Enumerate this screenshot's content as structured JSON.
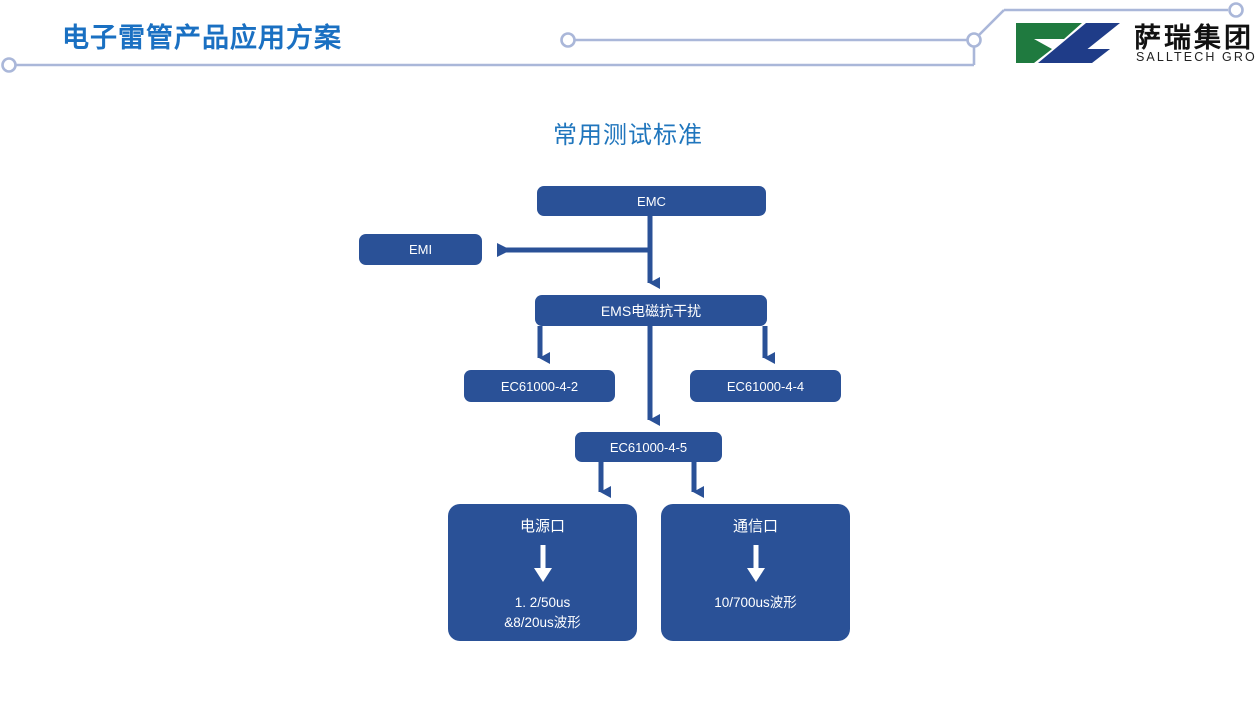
{
  "header": {
    "title": "电子雷管产品应用方案",
    "title_color": "#1a70c2",
    "trace_color": "#aab7d9"
  },
  "logo": {
    "name_cn": "萨瑞集团",
    "name_en": "SALLTECH GROUP",
    "mark_green": "#1f7a3f",
    "mark_blue": "#1f3c88"
  },
  "slide": {
    "title": "常用测试标准",
    "title_color": "#2076bd",
    "node_color": "#2a5197",
    "arrow_color": "#2a5197"
  },
  "diagram": {
    "type": "flowchart",
    "nodes": [
      {
        "id": "emc",
        "label": "EMC"
      },
      {
        "id": "emi",
        "label": "EMI"
      },
      {
        "id": "ems",
        "label": "EMS电磁抗干扰"
      },
      {
        "id": "ec442",
        "label": "EC61000-4-2"
      },
      {
        "id": "ec444",
        "label": "EC61000-4-4"
      },
      {
        "id": "ec445",
        "label": "EC61000-4-5"
      },
      {
        "id": "power",
        "label": "电源口",
        "detail": "1. 2/50us\n&8/20us波形"
      },
      {
        "id": "comm",
        "label": "通信口",
        "detail": "10/700us波形"
      }
    ],
    "edges": [
      {
        "from": "emc",
        "to": "emi"
      },
      {
        "from": "emc",
        "to": "ems"
      },
      {
        "from": "ems",
        "to": "ec442"
      },
      {
        "from": "ems",
        "to": "ec444"
      },
      {
        "from": "ems",
        "to": "ec445"
      },
      {
        "from": "ec445",
        "to": "power"
      },
      {
        "from": "ec445",
        "to": "comm"
      }
    ]
  }
}
